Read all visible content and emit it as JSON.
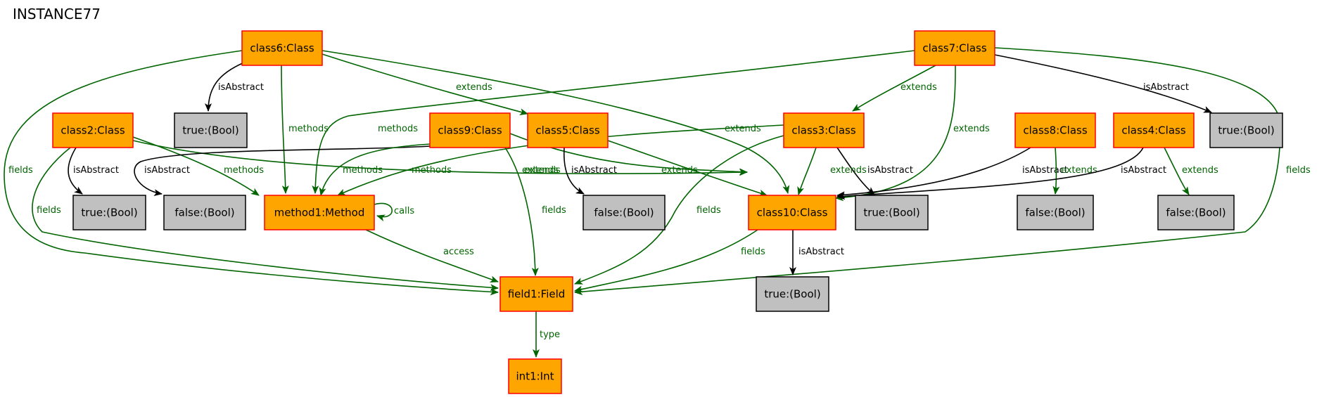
{
  "title": "INSTANCE77",
  "colors": {
    "class_fill": "#ffa500",
    "class_stroke": "#ff0000",
    "value_fill": "#c0c0c0",
    "value_stroke": "#000000",
    "ref_edge": "#006400",
    "attr_edge": "#000000"
  },
  "nodes": [
    {
      "id": "class6",
      "label": "class6:Class",
      "kind": "class"
    },
    {
      "id": "class7",
      "label": "class7:Class",
      "kind": "class"
    },
    {
      "id": "class2",
      "label": "class2:Class",
      "kind": "class"
    },
    {
      "id": "class9",
      "label": "class9:Class",
      "kind": "class"
    },
    {
      "id": "class5",
      "label": "class5:Class",
      "kind": "class"
    },
    {
      "id": "class3",
      "label": "class3:Class",
      "kind": "class"
    },
    {
      "id": "class8",
      "label": "class8:Class",
      "kind": "class"
    },
    {
      "id": "class4",
      "label": "class4:Class",
      "kind": "class"
    },
    {
      "id": "method1",
      "label": "method1:Method",
      "kind": "class"
    },
    {
      "id": "class10",
      "label": "class10:Class",
      "kind": "class"
    },
    {
      "id": "field1",
      "label": "field1:Field",
      "kind": "class"
    },
    {
      "id": "int1",
      "label": "int1:Int",
      "kind": "class"
    },
    {
      "id": "b_c6",
      "label": "true:(Bool)",
      "kind": "value"
    },
    {
      "id": "b_c7",
      "label": "true:(Bool)",
      "kind": "value"
    },
    {
      "id": "b_c2",
      "label": "true:(Bool)",
      "kind": "value"
    },
    {
      "id": "b_c9",
      "label": "false:(Bool)",
      "kind": "value"
    },
    {
      "id": "b_c5",
      "label": "false:(Bool)",
      "kind": "value"
    },
    {
      "id": "b_c3",
      "label": "true:(Bool)",
      "kind": "value"
    },
    {
      "id": "b_c8",
      "label": "false:(Bool)",
      "kind": "value"
    },
    {
      "id": "b_c4",
      "label": "false:(Bool)",
      "kind": "value"
    },
    {
      "id": "b_c10",
      "label": "true:(Bool)",
      "kind": "value"
    }
  ],
  "edges": [
    {
      "id": "e1",
      "from": "class6",
      "to": "b_c6",
      "label": "isAbstract",
      "kind": "attr"
    },
    {
      "id": "e2",
      "from": "class6",
      "to": "field1",
      "label": "fields",
      "kind": "ref"
    },
    {
      "id": "e3",
      "from": "class6",
      "to": "method1",
      "label": "methods",
      "kind": "ref"
    },
    {
      "id": "e4",
      "from": "class6",
      "to": "class5",
      "label": "extends",
      "kind": "ref"
    },
    {
      "id": "e5",
      "from": "class6",
      "to": "class10",
      "label": "extends",
      "kind": "ref"
    },
    {
      "id": "e6",
      "from": "class7",
      "to": "b_c7",
      "label": "isAbstract",
      "kind": "attr"
    },
    {
      "id": "e7",
      "from": "class7",
      "to": "class3",
      "label": "extends",
      "kind": "ref"
    },
    {
      "id": "e8",
      "from": "class7",
      "to": "class10",
      "label": "extends",
      "kind": "ref"
    },
    {
      "id": "e9",
      "from": "class7",
      "to": "method1",
      "label": "methods",
      "kind": "ref"
    },
    {
      "id": "e10",
      "from": "class7",
      "to": "field1",
      "label": "fields",
      "kind": "ref"
    },
    {
      "id": "e11",
      "from": "class2",
      "to": "b_c2",
      "label": "isAbstract",
      "kind": "attr"
    },
    {
      "id": "e12",
      "from": "class2",
      "to": "field1",
      "label": "fields",
      "kind": "ref"
    },
    {
      "id": "e13",
      "from": "class2",
      "to": "method1",
      "label": "methods",
      "kind": "ref"
    },
    {
      "id": "e14",
      "from": "class2",
      "to": "class10",
      "label": "extends",
      "kind": "ref"
    },
    {
      "id": "e15",
      "from": "class9",
      "to": "b_c9",
      "label": "isAbstract",
      "kind": "attr"
    },
    {
      "id": "e16",
      "from": "class9",
      "to": "method1",
      "label": "methods",
      "kind": "ref"
    },
    {
      "id": "e17",
      "from": "class9",
      "to": "field1",
      "label": "fields",
      "kind": "ref"
    },
    {
      "id": "e18",
      "from": "class9",
      "to": "class10",
      "label": "extends",
      "kind": "ref"
    },
    {
      "id": "e19",
      "from": "class5",
      "to": "b_c5",
      "label": "isAbstract",
      "kind": "attr"
    },
    {
      "id": "e20",
      "from": "class5",
      "to": "class10",
      "label": "extends",
      "kind": "ref"
    },
    {
      "id": "e21",
      "from": "class3",
      "to": "b_c3",
      "label": "isAbstract",
      "kind": "attr"
    },
    {
      "id": "e22",
      "from": "class3",
      "to": "class10",
      "label": "extends",
      "kind": "ref"
    },
    {
      "id": "e23",
      "from": "class3",
      "to": "method1",
      "label": "methods",
      "kind": "ref"
    },
    {
      "id": "e24",
      "from": "class3",
      "to": "field1",
      "label": "fields",
      "kind": "ref"
    },
    {
      "id": "e25",
      "from": "class8",
      "to": "b_c8",
      "label": "isAbstract",
      "kind": "attr"
    },
    {
      "id": "e26",
      "from": "class8",
      "to": "class10",
      "label": "extends",
      "kind": "ref"
    },
    {
      "id": "e27",
      "from": "class4",
      "to": "b_c4",
      "label": "isAbstract",
      "kind": "attr"
    },
    {
      "id": "e28",
      "from": "class4",
      "to": "class10",
      "label": "extends",
      "kind": "ref"
    },
    {
      "id": "e29",
      "from": "method1",
      "to": "method1",
      "label": "calls",
      "kind": "ref"
    },
    {
      "id": "e30",
      "from": "method1",
      "to": "field1",
      "label": "access",
      "kind": "ref"
    },
    {
      "id": "e31",
      "from": "class10",
      "to": "field1",
      "label": "fields",
      "kind": "ref"
    },
    {
      "id": "e32",
      "from": "class10",
      "to": "b_c10",
      "label": "isAbstract",
      "kind": "attr"
    },
    {
      "id": "e33",
      "from": "field1",
      "to": "int1",
      "label": "type",
      "kind": "ref"
    }
  ]
}
